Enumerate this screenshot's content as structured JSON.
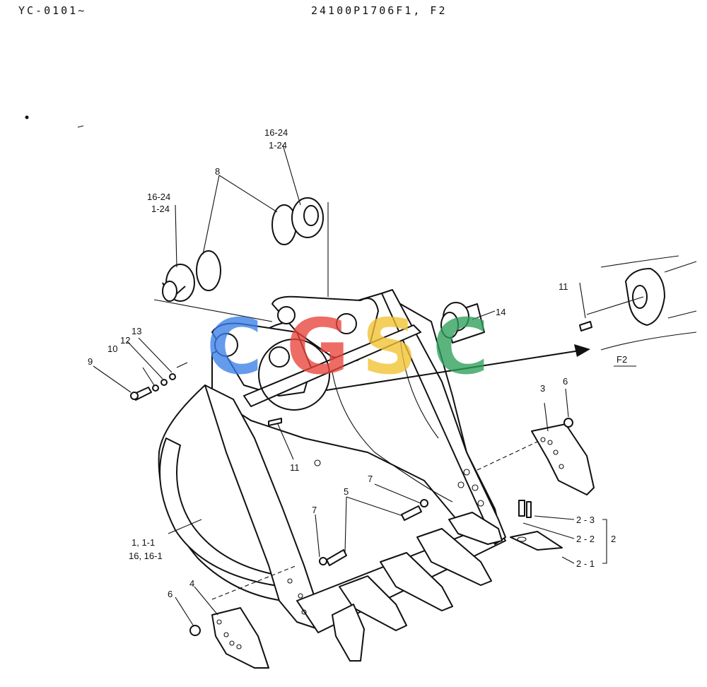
{
  "header": {
    "left": "YC-0101~",
    "right": "24100P1706F1, F2"
  },
  "callouts": {
    "c16_24_top": "16-24",
    "c1_24_top": "1-24",
    "c16_24_left": "16-24",
    "c1_24_left": "1-24",
    "c8": "8",
    "c14": "14",
    "c11_main": "11",
    "c11_detail": "11",
    "c13": "13",
    "c12": "12",
    "c10": "10",
    "c9": "9",
    "c3": "3",
    "c6_right": "6",
    "c6_left": "6",
    "c4": "4",
    "c5": "5",
    "c7_right": "7",
    "c7_left": "7",
    "c1_line1": "1, 1-1",
    "c1_line2": "16, 16-1",
    "c2_3": "2 - 3",
    "c2_2": "2 - 2",
    "c2": "2",
    "c2_1": "2 - 1",
    "f2": "F2"
  },
  "watermark": {
    "letters": [
      "C",
      "G",
      "S",
      "C"
    ],
    "colors": [
      "#3b7fe8",
      "#e8433b",
      "#f2c230",
      "#2e9e5a"
    ]
  }
}
